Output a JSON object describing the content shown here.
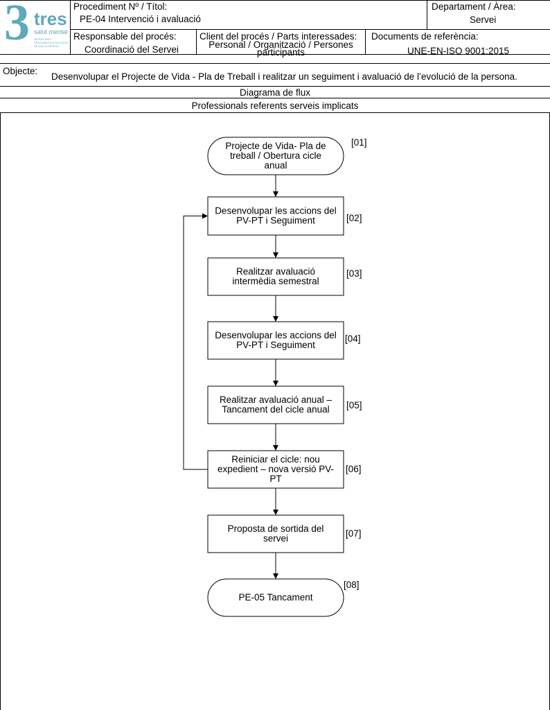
{
  "header": {
    "logo": {
      "number": "3",
      "brand": "tres",
      "tagline": "salut mental",
      "small_lines": [
        "SERVEI PER",
        "PERSONES EN SITUACIÓ",
        "DE SALUT MENTAL"
      ]
    },
    "procedure_label": "Procediment Nº / Títol:",
    "procedure_value": "PE-04 Intervenció i avaluació",
    "department_label": "Departament / Àrea:",
    "department_value": "Servei",
    "responsible_label": "Responsable del procés:",
    "responsible_value": "Coordinació del Servei",
    "client_label": "Client del procés / Parts interessades:",
    "client_value_line1": "Personal / Organització / Persones",
    "client_value_line2": "participants",
    "docs_label": "Documents de referència:",
    "docs_value": "UNE-EN-ISO 9001:2015",
    "objective_label": "Objecte:",
    "objective_value": "Desenvolupar el Projecte de Vida -  Pla de Treball i realitzar un seguiment i avaluació de l’evolució de la persona.",
    "diagram_title": "Diagrama de flux",
    "professionals": "Professionals referents serveis implicats"
  },
  "flow": {
    "nodes": [
      {
        "id": "[01]",
        "shape": "terminal",
        "lines": [
          "Projecte de Vida- Pla de",
          "treball / Obertura cicle",
          "anual"
        ]
      },
      {
        "id": "[02]",
        "shape": "process",
        "lines": [
          "Desenvolupar les accions del",
          "PV-PT i Seguiment"
        ]
      },
      {
        "id": "[03]",
        "shape": "process",
        "lines": [
          "Realitzar avaluació",
          "intermèdia semestral"
        ]
      },
      {
        "id": "[04]",
        "shape": "process",
        "lines": [
          "Desenvolupar les accions del",
          "PV-PT i Seguiment"
        ]
      },
      {
        "id": "[05]",
        "shape": "process",
        "lines": [
          "Realitzar avaluació anual –",
          "Tancament del cicle anual"
        ]
      },
      {
        "id": "[06]",
        "shape": "process",
        "lines": [
          "Reiniciar el cicle: nou",
          "expedient – nova versió PV-",
          "PT"
        ]
      },
      {
        "id": "[07]",
        "shape": "process",
        "lines": [
          "Proposta de sortida del",
          "servei"
        ]
      },
      {
        "id": "[08]",
        "shape": "terminal",
        "lines": [
          "PE-05 Tancament"
        ]
      }
    ],
    "edges": [
      {
        "from": "[01]",
        "to": "[02]"
      },
      {
        "from": "[02]",
        "to": "[03]"
      },
      {
        "from": "[03]",
        "to": "[04]"
      },
      {
        "from": "[04]",
        "to": "[05]"
      },
      {
        "from": "[05]",
        "to": "[06]"
      },
      {
        "from": "[06]",
        "to": "[07]"
      },
      {
        "from": "[07]",
        "to": "[08]"
      },
      {
        "from": "[06]",
        "to": "[02]",
        "loop": true
      }
    ]
  },
  "colors": {
    "logo": "#5fa8bd",
    "line": "#000000"
  }
}
